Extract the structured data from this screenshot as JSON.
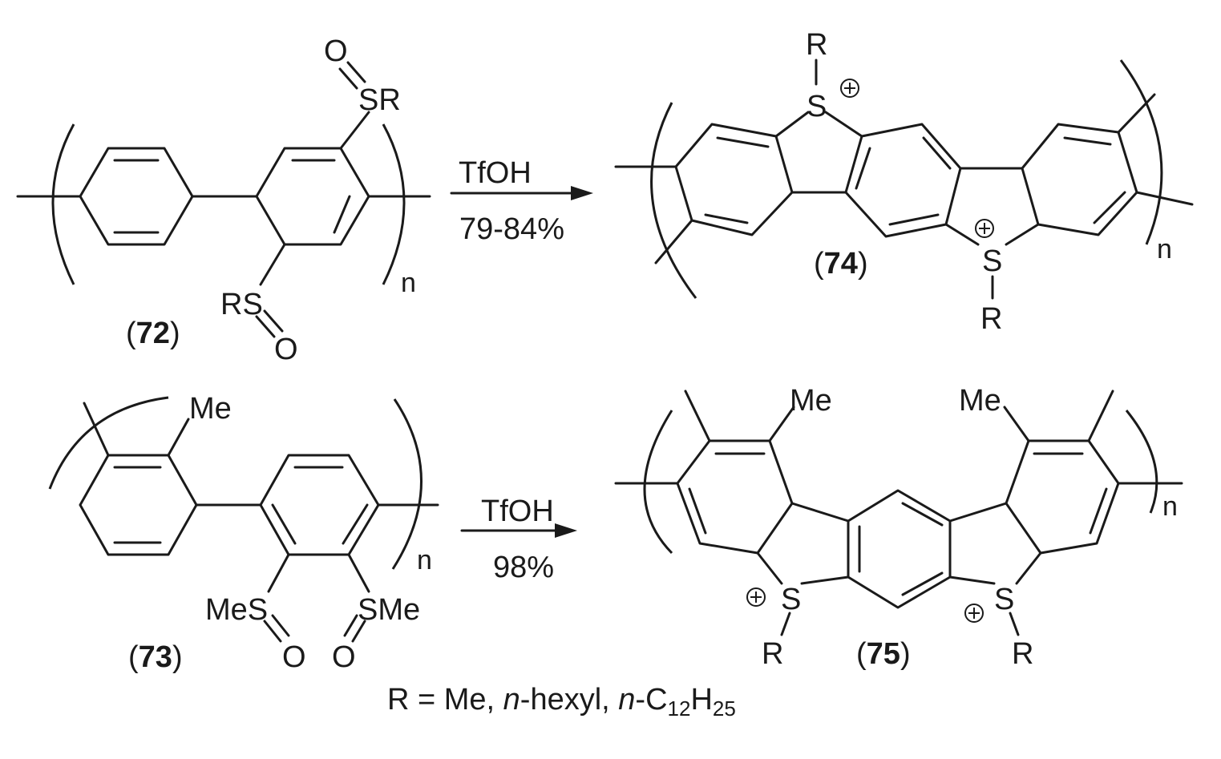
{
  "reaction_1": {
    "reagent": "TfOH",
    "yield": "79-84%",
    "starting_material": {
      "label": "72",
      "atoms": {
        "top_o": "O",
        "top_s": "SR",
        "bottom_s": "RS",
        "bottom_o": "O"
      },
      "repeat": "n"
    },
    "product": {
      "label": "74",
      "atoms": {
        "top_r": "R",
        "top_s": "S",
        "bottom_s": "S",
        "bottom_r": "R"
      },
      "repeat": "n"
    }
  },
  "reaction_2": {
    "reagent": "TfOH",
    "yield": "98%",
    "starting_material": {
      "label": "73",
      "atoms": {
        "methyl": "Me",
        "s_left": "MeS",
        "s_right": "SMe",
        "o_left": "O",
        "o_right": "O"
      },
      "repeat": "n"
    },
    "product": {
      "label": "75",
      "atoms": {
        "me_left": "Me",
        "me_right": "Me",
        "s_left": "S",
        "s_right": "S",
        "r_left": "R",
        "r_right": "R"
      },
      "repeat": "n"
    }
  },
  "footnote": {
    "r_equals": "R = Me, ",
    "n1": "n",
    "hexyl": "-hexyl, ",
    "n2": "n",
    "c": "-C",
    "sub12": "12",
    "h": "H",
    "sub25": "25"
  },
  "charge_symbol": "+"
}
